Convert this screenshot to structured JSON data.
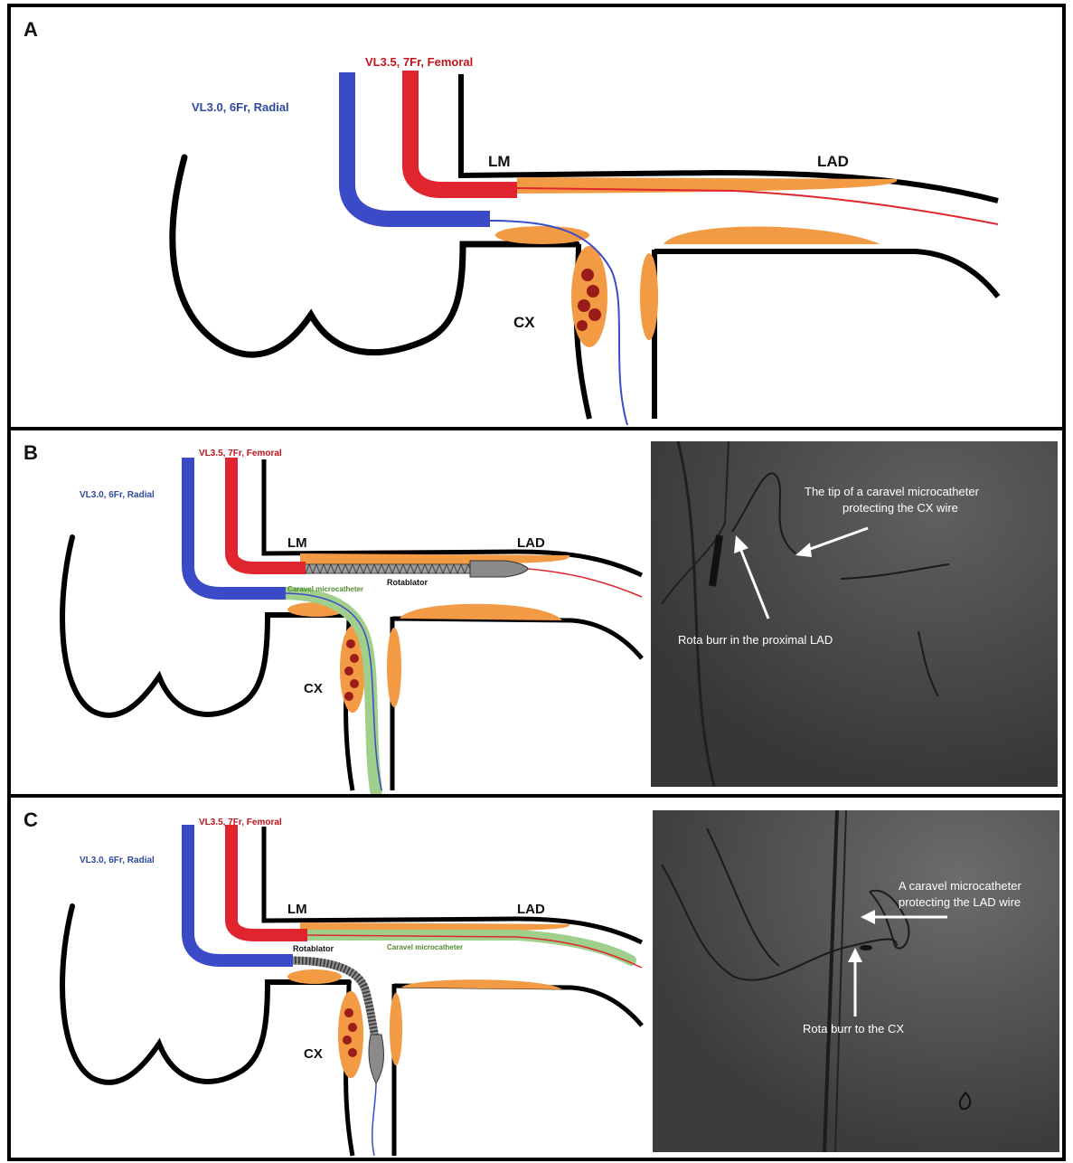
{
  "panels": {
    "a": {
      "letter": "A",
      "catheter_radial": "VL3.0, 6Fr, Radial",
      "catheter_femoral": "VL3.5, 7Fr, Femoral",
      "lm": "LM",
      "lad": "LAD",
      "cx": "CX"
    },
    "b": {
      "letter": "B",
      "catheter_radial": "VL3.0, 6Fr, Radial",
      "catheter_femoral": "VL3.5, 7Fr, Femoral",
      "lm": "LM",
      "lad": "LAD",
      "cx": "CX",
      "rotablator": "Rotablator",
      "microcatheter": "Caravel microcatheter",
      "fluoro_annotation_1_line1": "The tip of a caravel microcatheter",
      "fluoro_annotation_1_line2": "protecting the CX wire",
      "fluoro_annotation_2": "Rota burr in the proximal LAD"
    },
    "c": {
      "letter": "C",
      "catheter_radial": "VL3.0, 6Fr, Radial",
      "catheter_femoral": "VL3.5, 7Fr, Femoral",
      "lm": "LM",
      "lad": "LAD",
      "cx": "CX",
      "rotablator": "Rotablator",
      "microcatheter": "Caravel microcatheter",
      "fluoro_annotation_1_line1": "A caravel microcatheter",
      "fluoro_annotation_1_line2": "protecting the LAD wire",
      "fluoro_annotation_2": "Rota burr to the CX"
    }
  },
  "colors": {
    "radial_catheter": "#3b4bc8",
    "femoral_catheter": "#e0252e",
    "plaque": "#f39a45",
    "calcium": "#9b1b1b",
    "microcatheter": "#9fcf8a",
    "fluoro_background": "#3f4143"
  }
}
